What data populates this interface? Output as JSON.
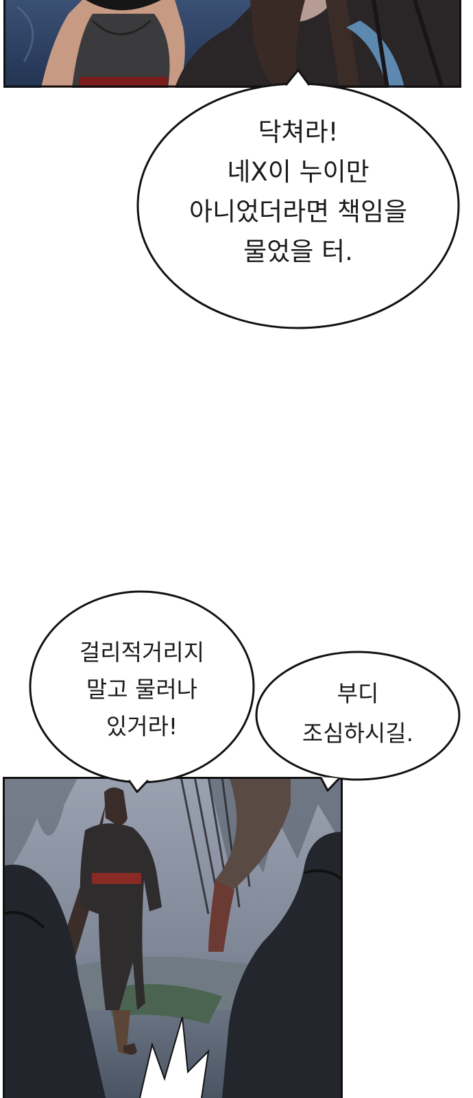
{
  "bubbles": {
    "scold": {
      "lines": [
        "닥쳐라!",
        "네X이 누이만",
        "아니었더라면 책임을",
        "물었을 터."
      ]
    },
    "stay_back": {
      "lines": [
        "걸리적거리지",
        "말고 물러나",
        "있거라!"
      ]
    },
    "take_care": {
      "lines": [
        "부디",
        "조심하시길."
      ]
    }
  }
}
